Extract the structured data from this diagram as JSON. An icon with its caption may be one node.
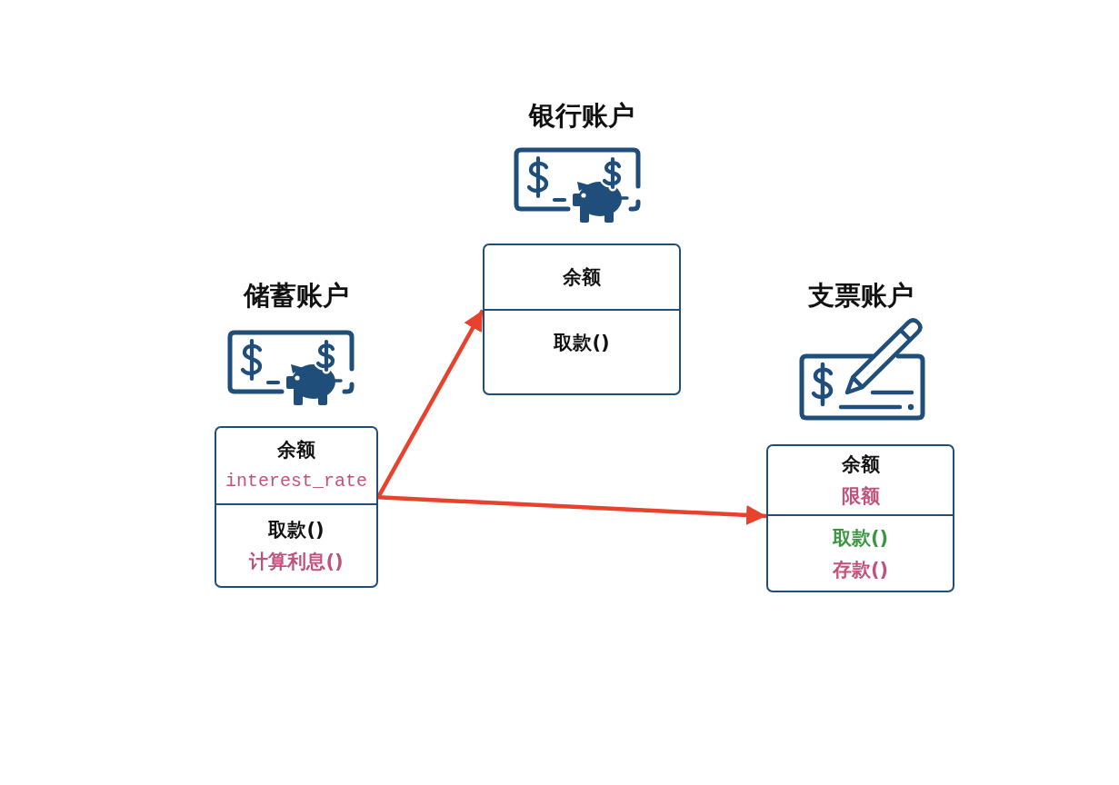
{
  "diagram": {
    "nodes": [
      {
        "text": [
          "银行账户"
        ]
      },
      {
        "text": [
          "余额"
        ],
        "in": 0
      },
      {
        "text": [
          "取款()"
        ],
        "in": 0
      },
      {
        "text": [
          "储蓄账户"
        ]
      },
      {
        "text": [
          "余额",
          "interest_rate"
        ],
        "in": 3
      },
      {
        "text": [
          "取款()",
          "计算利息()"
        ],
        "in": 3
      },
      {
        "text": [
          "支票账户"
        ]
      },
      {
        "text": [
          "余额",
          "限额"
        ],
        "in": 6
      },
      {
        "text": [
          "取款()",
          "存款()"
        ],
        "in": 6
      }
    ],
    "edges": [
      {
        "from": 3,
        "to": 0,
        "arrow": "to"
      },
      {
        "from": 3,
        "to": 6,
        "arrow": "to"
      }
    ]
  }
}
